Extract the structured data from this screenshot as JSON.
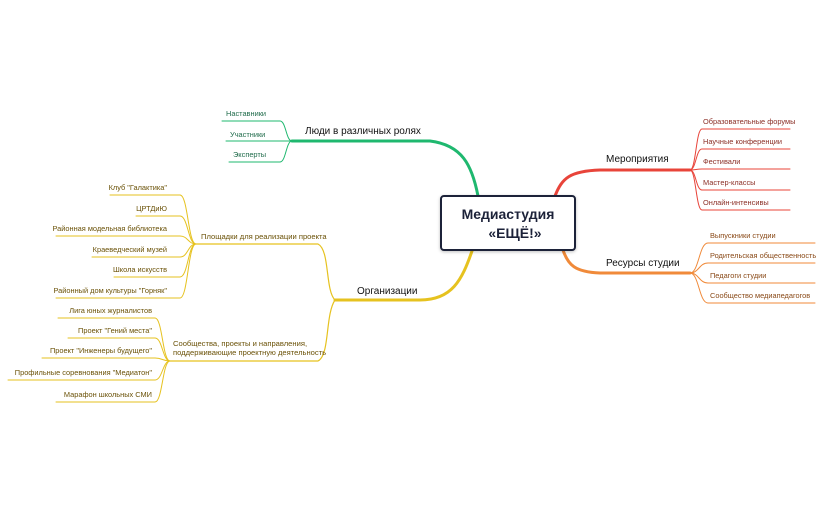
{
  "center": {
    "line1": "Медиастудия",
    "line2": "«ЕЩЁ!»"
  },
  "colors": {
    "people": "#1fb86f",
    "events": "#e8443a",
    "resources": "#f08a3a",
    "orgs": "#e6c21f",
    "people_text": "#1f6b4a",
    "events_text": "#8b2f26",
    "resources_text": "#8a4a18",
    "orgs_text": "#6b5208"
  },
  "branches": {
    "people": {
      "title": "Люди в различных ролях",
      "items": [
        "Наставники",
        "Участники",
        "Эксперты"
      ]
    },
    "events": {
      "title": "Мероприятия",
      "items": [
        "Образовательные форумы",
        "Научные конференции",
        "Фестивали",
        "Мастер-классы",
        "Онлайн-интенсивы"
      ]
    },
    "resources": {
      "title": "Ресурсы студии",
      "items": [
        "Выпускники студии",
        "Родительская общественность",
        "Педагоги студии",
        "Сообщество медиапедагогов"
      ]
    },
    "orgs": {
      "title": "Организации",
      "venues": {
        "title": "Площадки для реализации проекта",
        "items": [
          "Клуб \"Галактика\"",
          "ЦРТДиЮ",
          "Районная модельная библиотека",
          "Краеведческий музей",
          "Школа искусств",
          "Районный дом культуры \"Горняк\""
        ]
      },
      "communities": {
        "title_line1": "Сообщества, проекты и направления,",
        "title_line2": "поддерживающие проектную деятельность",
        "items": [
          "Лига юных журналистов",
          "Проект \"Гений места\"",
          "Проект \"Инженеры будущего\"",
          "Профильные соревнования \"Медиатон\"",
          "Марафон школьных СМИ"
        ]
      }
    }
  }
}
